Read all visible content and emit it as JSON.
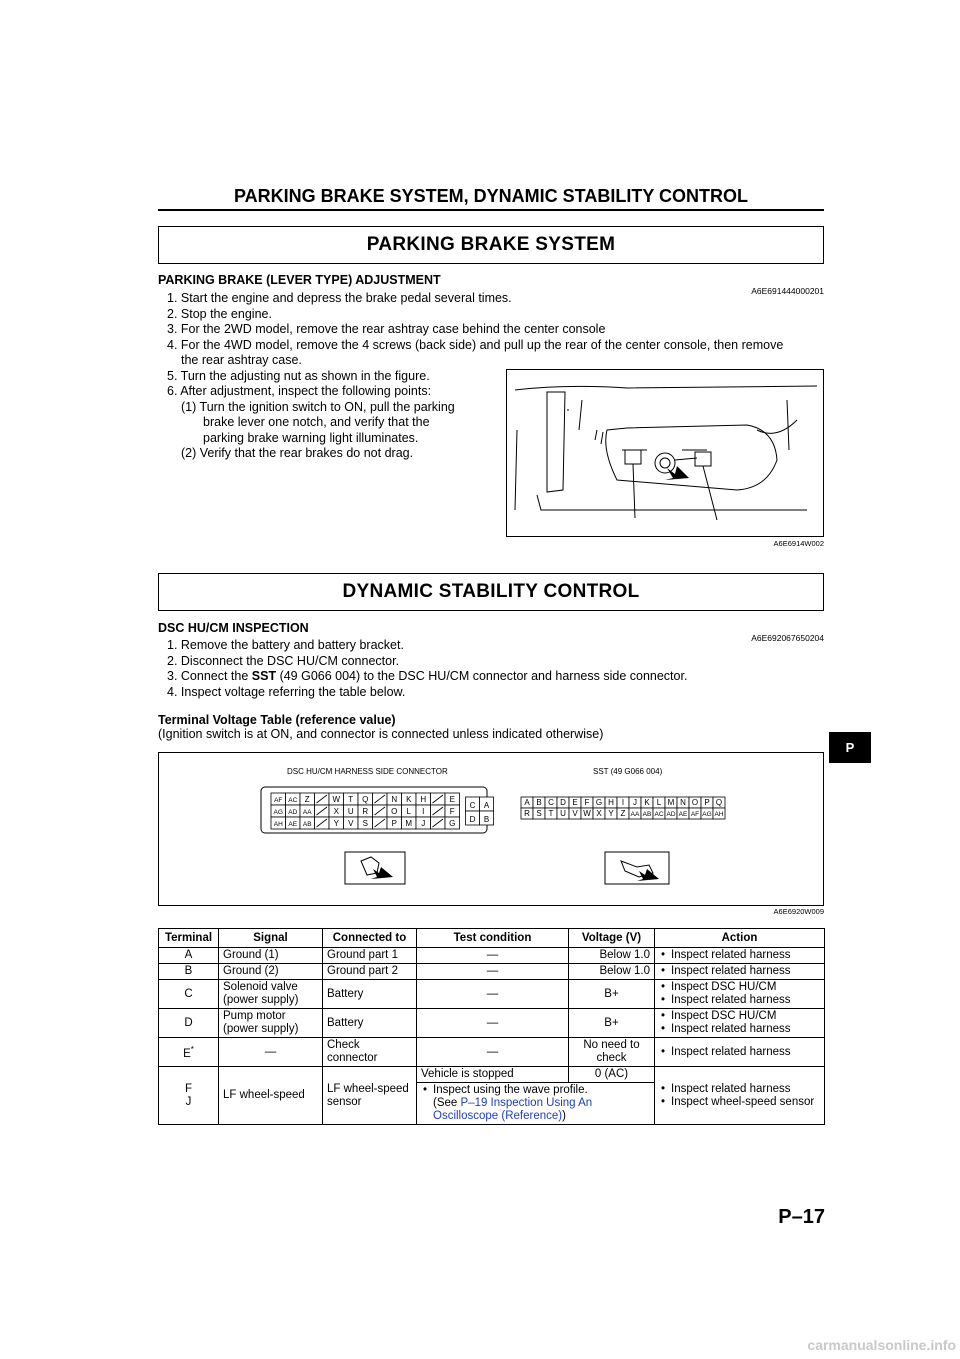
{
  "header": {
    "title": "PARKING BRAKE SYSTEM, DYNAMIC STABILITY CONTROL"
  },
  "section1": {
    "title": "PARKING BRAKE SYSTEM",
    "procedure_title": "PARKING BRAKE (LEVER TYPE) ADJUSTMENT",
    "doc_id": "A6E691444000201",
    "steps": [
      "1. Start the engine and depress the brake pedal several times.",
      "2. Stop the engine.",
      "3. For the 2WD model, remove the rear ashtray case behind the center console",
      "4. For the 4WD model, remove the 4 screws (back side) and pull up the rear of the center console, then remove",
      "the rear ashtray case.",
      "5. Turn the adjusting nut as shown in the figure.",
      "6. After adjustment, inspect the following points:",
      "(1) Turn the ignition switch to ON, pull the parking",
      "brake lever one notch, and verify that the",
      "parking brake warning light illuminates.",
      "(2) Verify that the rear brakes do not drag."
    ],
    "figure_code": "A6E6914W002"
  },
  "section2": {
    "title": "DYNAMIC STABILITY CONTROL",
    "procedure_title": "DSC HU/CM INSPECTION",
    "doc_id": "A6E692067650204",
    "steps": [
      "1. Remove the battery and battery bracket.",
      "2. Disconnect the DSC HU/CM connector.",
      "4. Inspect voltage referring the table below."
    ],
    "step3": {
      "prefix": "3. Connect the ",
      "bold": "SST",
      "suffix": " (49 G066 004) to the DSC HU/CM connector and harness side connector."
    },
    "table_title": "Terminal Voltage Table (reference value)",
    "table_note": "(Ignition switch is at ON, and connector is connected unless indicated otherwise)",
    "figure": {
      "left_label": "DSC HU/CM HARNESS SIDE CONNECTOR",
      "right_label": "SST (49 G066 004)",
      "code": "A6E6920W009",
      "harness_rows": [
        [
          "AF",
          "AC",
          "Z",
          "",
          "W",
          "T",
          "Q",
          "",
          "N",
          "K",
          "H",
          "",
          "E"
        ],
        [
          "AG",
          "AD",
          "AA",
          "",
          "X",
          "U",
          "R",
          "",
          "O",
          "L",
          "I",
          "",
          "F"
        ],
        [
          "AH",
          "AE",
          "AB",
          "",
          "Y",
          "V",
          "S",
          "",
          "P",
          "M",
          "J",
          "",
          "G"
        ]
      ],
      "harness_right": [
        [
          "C",
          "A"
        ],
        [
          "D",
          "B"
        ]
      ],
      "sst_row1": [
        "A",
        "B",
        "C",
        "D",
        "E",
        "F",
        "G",
        "H",
        "I",
        "J",
        "K",
        "L",
        "M",
        "N",
        "O",
        "P",
        "Q"
      ],
      "sst_row2": [
        "R",
        "S",
        "T",
        "U",
        "V",
        "W",
        "X",
        "Y",
        "Z",
        "AA",
        "AB",
        "AC",
        "AD",
        "AE",
        "AF",
        "AG",
        "AH"
      ]
    }
  },
  "table": {
    "headers": [
      "Terminal",
      "Signal",
      "Connected to",
      "Test condition",
      "Voltage (V)",
      "Action"
    ],
    "rows": {
      "a": {
        "terminal": "A",
        "signal": "Ground (1)",
        "connected": "Ground part 1",
        "condition": "—",
        "voltage": "Below 1.0",
        "actions": [
          "Inspect related harness"
        ]
      },
      "b": {
        "terminal": "B",
        "signal": "Ground (2)",
        "connected": "Ground part 2",
        "condition": "—",
        "voltage": "Below 1.0",
        "actions": [
          "Inspect related harness"
        ]
      },
      "c": {
        "terminal": "C",
        "signal": "Solenoid valve (power supply)",
        "connected": "Battery",
        "condition": "—",
        "voltage": "B+",
        "actions": [
          "Inspect DSC HU/CM",
          "Inspect related harness"
        ]
      },
      "d": {
        "terminal": "D",
        "signal": "Pump motor (power supply)",
        "connected": "Battery",
        "condition": "—",
        "voltage": "B+",
        "actions": [
          "Inspect DSC HU/CM",
          "Inspect related harness"
        ]
      },
      "e": {
        "terminal": "E",
        "terminal_mark": "*",
        "signal": "—",
        "connected": "Check connector",
        "condition": "—",
        "voltage": "No need to check",
        "actions": [
          "Inspect related harness"
        ]
      },
      "fj": {
        "terminal1": "F",
        "terminal2": "J",
        "signal": "LF wheel-speed",
        "connected": "LF wheel-speed sensor",
        "condition1": "Vehicle is stopped",
        "voltage1": "0 (AC)",
        "condition2_prefix": "Inspect using the wave profile.",
        "see_open": "(See ",
        "link": "P–19 Inspection Using An Oscilloscope (Reference)",
        "see_close": ")",
        "actions": [
          "Inspect related harness",
          "Inspect wheel-speed sensor"
        ]
      }
    }
  },
  "side_tab": "P",
  "page_number": "P–17",
  "footer": "carmanualsonline.info"
}
